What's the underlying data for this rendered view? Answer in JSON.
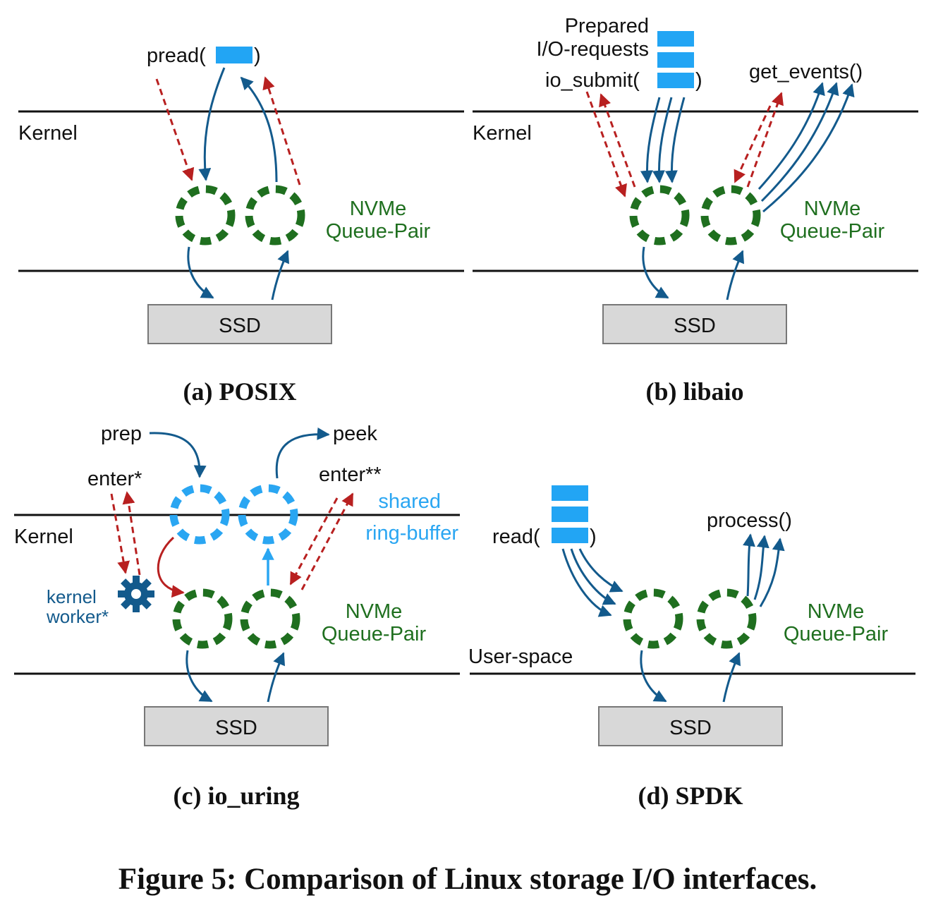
{
  "panels": {
    "a": {
      "call": "pread(",
      "call_close": ")",
      "kernel": "Kernel",
      "queue_line1": "NVMe",
      "queue_line2": "Queue-Pair",
      "ssd": "SSD",
      "caption": "(a) POSIX"
    },
    "b": {
      "prepared_line1": "Prepared",
      "prepared_line2": "I/O-requests",
      "submit": "io_submit(",
      "submit_close": ")",
      "events": "get_events()",
      "kernel": "Kernel",
      "queue_line1": "NVMe",
      "queue_line2": "Queue-Pair",
      "ssd": "SSD",
      "caption": "(b) libaio"
    },
    "c": {
      "prep": "prep",
      "peek": "peek",
      "enter1": "enter*",
      "enter2": "enter**",
      "shared_line1": "shared",
      "shared_line2": "ring-buffer",
      "kernel": "Kernel",
      "worker_line1": "kernel",
      "worker_line2": "worker*",
      "queue_line1": "NVMe",
      "queue_line2": "Queue-Pair",
      "ssd": "SSD",
      "caption": "(c) io_uring"
    },
    "d": {
      "read": "read(",
      "read_close": ")",
      "process": "process()",
      "userspace": "User-space",
      "queue_line1": "NVMe",
      "queue_line2": "Queue-Pair",
      "ssd": "SSD",
      "caption": "(d) SPDK"
    }
  },
  "figure_caption": "Figure 5: Comparison of Linux storage I/O interfaces.",
  "colors": {
    "queue_green": "#1f6f1f",
    "ring_light_blue": "#2aa6f2",
    "arrow_dark_blue": "#135a8c",
    "arrow_red": "#b82020",
    "ssd_gray": "#d8d8d8",
    "request_blue": "#22a5f4"
  },
  "icons": [
    "gear-icon",
    "io-request-icon"
  ]
}
